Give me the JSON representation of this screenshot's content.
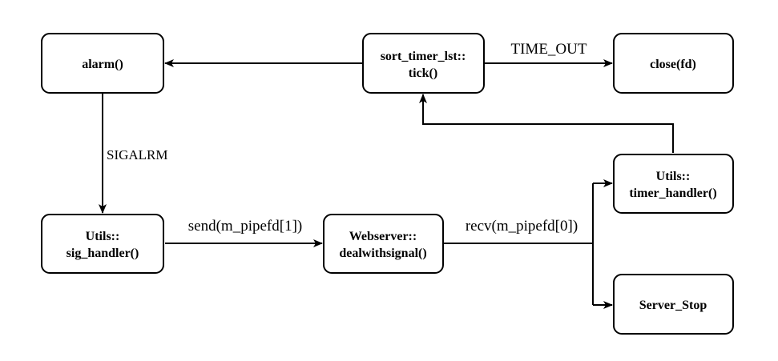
{
  "diagram": {
    "nodes": {
      "alarm": {
        "label": "alarm()"
      },
      "tick": {
        "line1": "sort_timer_lst::",
        "line2": "tick()"
      },
      "close": {
        "label": "close(fd)"
      },
      "sig_handler": {
        "line1": "Utils::",
        "line2": "sig_handler()"
      },
      "dealwithsignal": {
        "line1": "Webserver::",
        "line2": "dealwithsignal()"
      },
      "timer_handler": {
        "line1": "Utils::",
        "line2": "timer_handler()"
      },
      "server_stop": {
        "label": "Server_Stop"
      }
    },
    "edges": {
      "tick_to_alarm": {
        "label": ""
      },
      "tick_to_close": {
        "label": "TIME_OUT"
      },
      "alarm_to_sig_handler": {
        "label": "SIGALRM"
      },
      "sig_handler_to_dealwithsignal": {
        "label": "send(m_pipefd[1])"
      },
      "dealwithsignal_split": {
        "label": "recv(m_pipefd[0])"
      },
      "timer_handler_to_tick": {
        "label": ""
      }
    },
    "colors": {
      "stroke": "#000000",
      "fill": "#ffffff",
      "text": "#000000"
    }
  }
}
